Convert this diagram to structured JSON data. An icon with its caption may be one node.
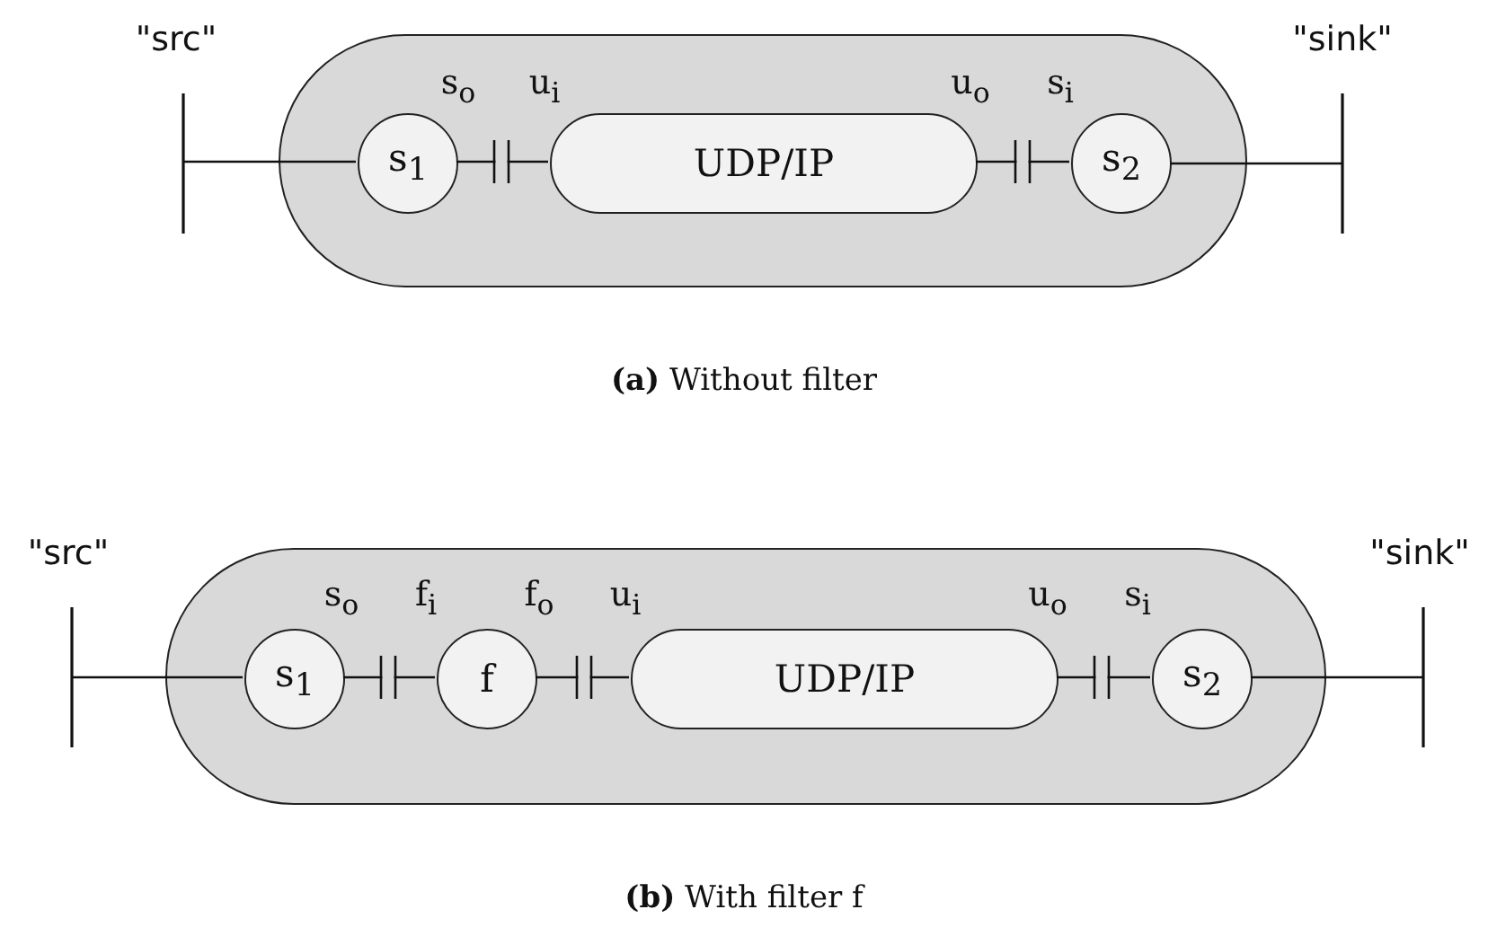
{
  "diagram": {
    "nodes": [
      {
        "text": [
          "\"src\""
        ]
      },
      {
        "text": [],
        "shape": "box"
      },
      {
        "text": [
          "s$_{1}$"
        ],
        "in": 1
      },
      {
        "text": [
          "UDP/IP"
        ],
        "in": 1
      },
      {
        "text": [
          "s$_{2}$"
        ],
        "in": 1
      },
      {
        "text": [
          "\"sink\""
        ]
      },
      {
        "text": [
          "\"src\""
        ]
      },
      {
        "text": [],
        "shape": "box"
      },
      {
        "text": [
          "s$_{1}$"
        ],
        "in": 7
      },
      {
        "text": [
          "f"
        ],
        "in": 7
      },
      {
        "text": [
          "UDP/IP"
        ],
        "in": 7
      },
      {
        "text": [
          "s$_{2}$"
        ],
        "in": 7
      },
      {
        "text": [
          "\"sink\""
        ]
      }
    ],
    "edges": [
      {
        "from": 0,
        "to": 2,
        "arrow": "none"
      },
      {
        "from": 2,
        "to": 3,
        "arrow": "none"
      },
      {
        "from": 3,
        "to": 4,
        "arrow": "none"
      },
      {
        "from": 4,
        "to": 5,
        "arrow": "none"
      },
      {
        "from": 6,
        "to": 8,
        "arrow": "none"
      },
      {
        "from": 8,
        "to": 9,
        "arrow": "none"
      },
      {
        "from": 9,
        "to": 10,
        "arrow": "none"
      },
      {
        "from": 10,
        "to": 11,
        "arrow": "none"
      },
      {
        "from": 11,
        "to": 12,
        "arrow": "none"
      }
    ],
    "labels": [
      "s$_{o}$",
      "u$_{i}$",
      "u$_{o}$",
      "s$_{i}$",
      "**(a)** Without filter",
      "s$_{o}$",
      "f$_{i}$",
      "f$_{o}$",
      "u$_{i}$",
      "u$_{o}$",
      "s$_{i}$",
      "**(b)** With filter f"
    ]
  }
}
